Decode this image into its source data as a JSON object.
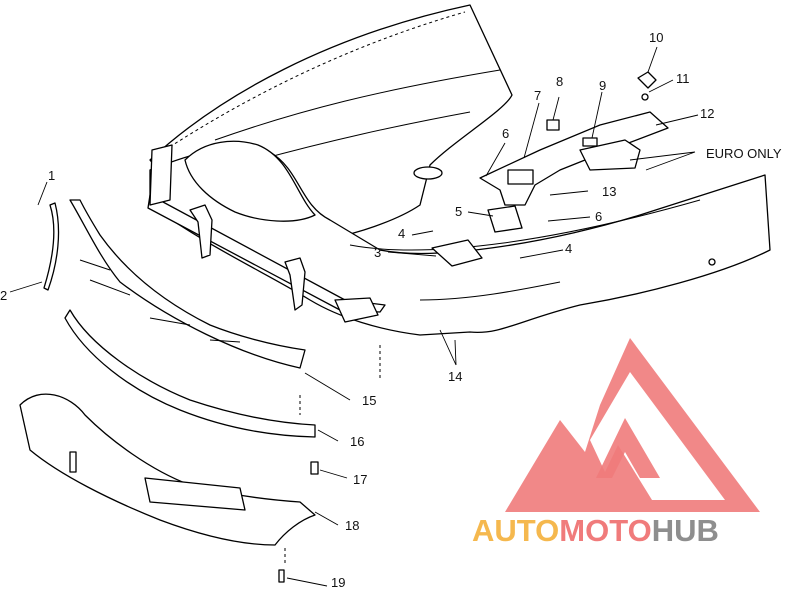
{
  "callouts": {
    "n1": "1",
    "n2": "2",
    "n3": "3",
    "n4a": "4",
    "n4b": "4",
    "n5": "5",
    "n6a": "6",
    "n6b": "6",
    "n7": "7",
    "n8": "8",
    "n9": "9",
    "n10": "10",
    "n11": "11",
    "n12": "12",
    "n13": "13",
    "n14": "14",
    "n15": "15",
    "n16": "16",
    "n17": "17",
    "n18": "18",
    "n19": "19"
  },
  "euro_only": "EURO ONLY",
  "watermark": {
    "part1": "AUTO",
    "part2": "MOTO",
    "part3": "HUB",
    "colors": {
      "logo": "#f07b7b",
      "auto": "#f5b84e",
      "moto": "#f07b7b",
      "hub": "#8e8e8e"
    }
  }
}
